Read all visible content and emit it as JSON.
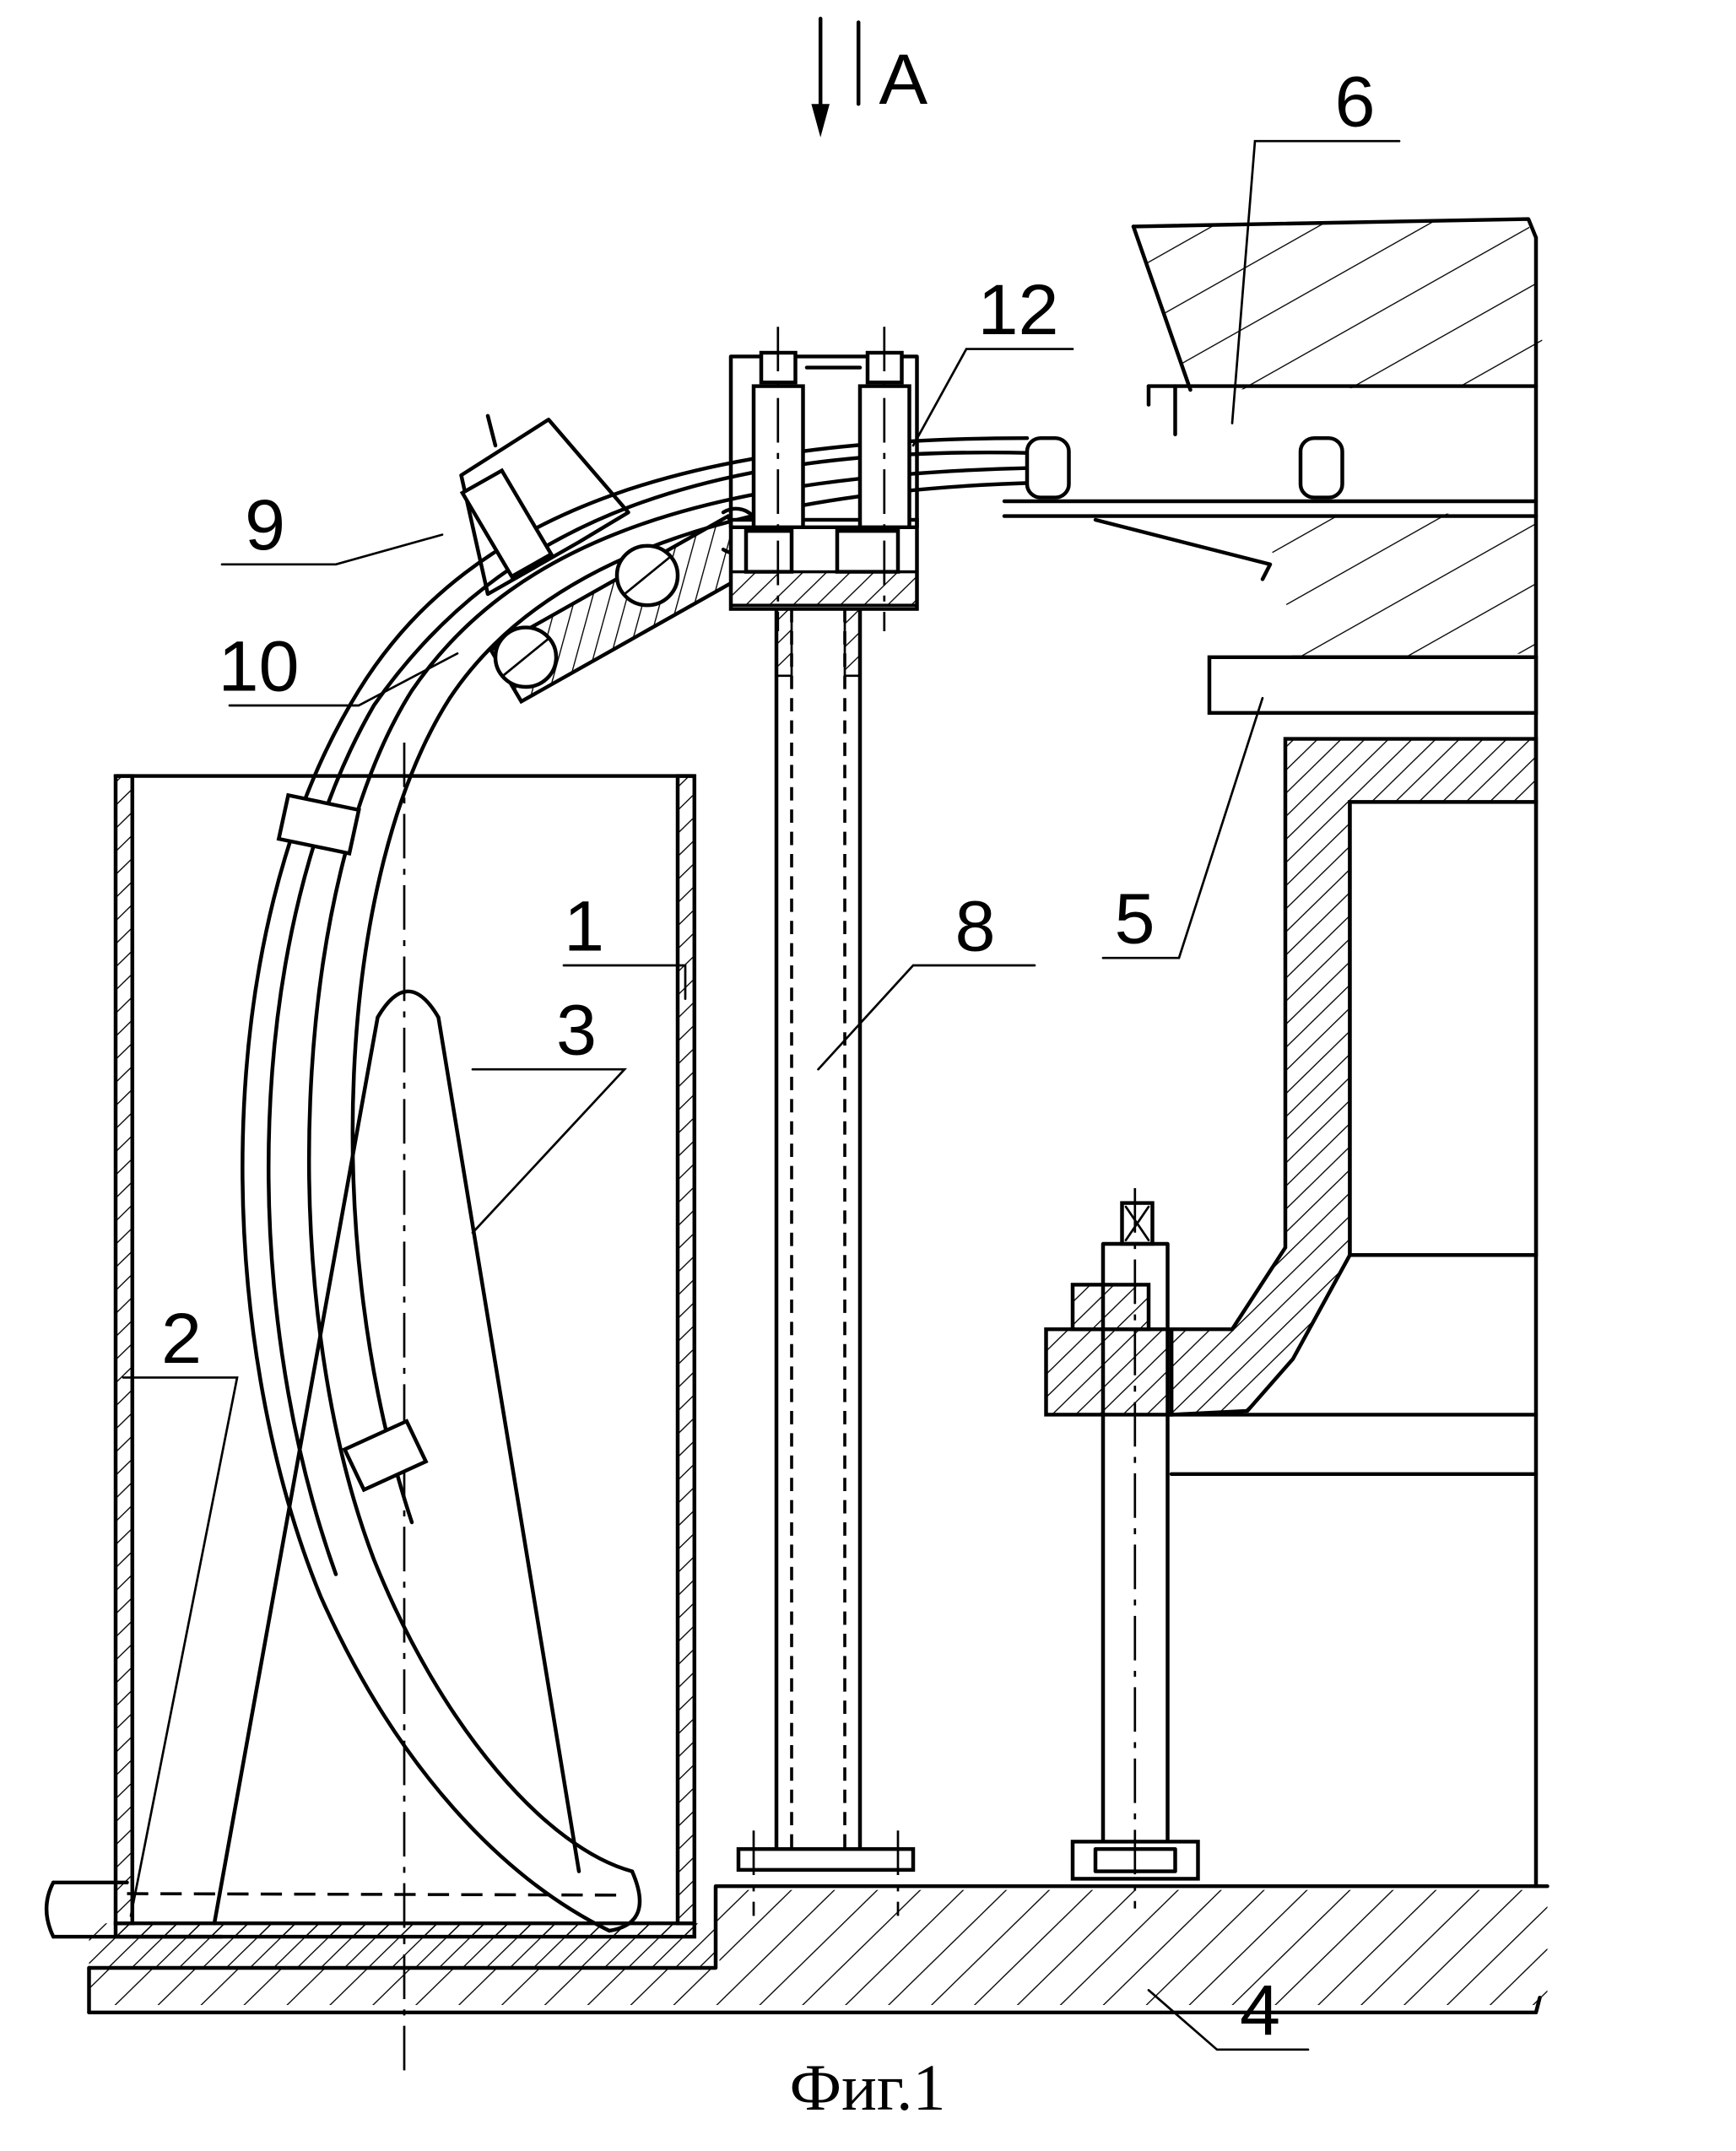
{
  "view_marker": "A",
  "labels": {
    "n1": "1",
    "n2": "2",
    "n3": "3",
    "n4": "4",
    "n5": "5",
    "n6": "6",
    "n8": "8",
    "n9": "9",
    "n10": "10",
    "n12": "12"
  },
  "caption": "Фиг.1"
}
